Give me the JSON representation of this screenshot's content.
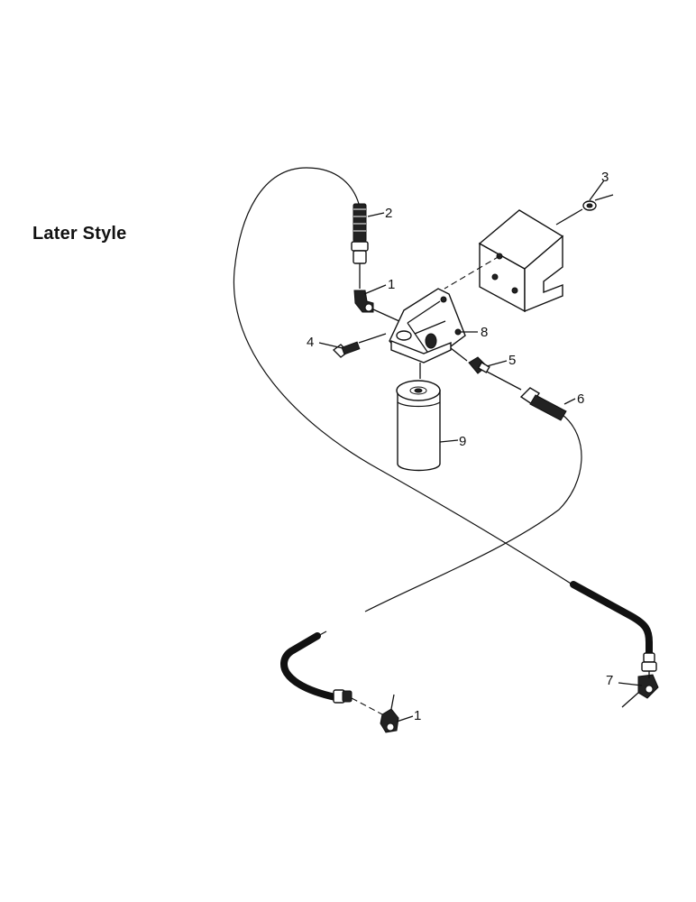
{
  "title": "Later Style",
  "callouts": {
    "c1_top": "1",
    "c2": "2",
    "c3": "3",
    "c4": "4",
    "c5": "5",
    "c6": "6",
    "c7": "7",
    "c8": "8",
    "c9": "9",
    "c1_bottom": "1"
  }
}
